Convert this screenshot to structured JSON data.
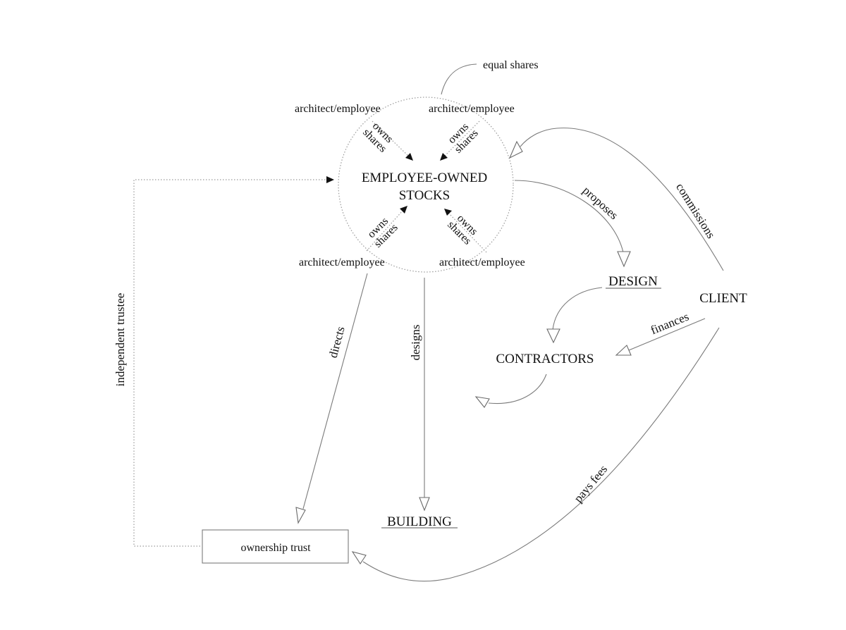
{
  "diagram": {
    "center_node": {
      "line1": "EMPLOYEE-OWNED",
      "line2": "STOCKS"
    },
    "employees": [
      {
        "label": "architect/employee",
        "relation": [
          "owns",
          "shares"
        ]
      },
      {
        "label": "architect/employee",
        "relation": [
          "owns",
          "shares"
        ]
      },
      {
        "label": "architect/employee",
        "relation": [
          "owns",
          "shares"
        ]
      },
      {
        "label": "architect/employee",
        "relation": [
          "owns",
          "shares"
        ]
      }
    ],
    "annotation": "equal shares",
    "nodes": {
      "design": "DESIGN",
      "client": "CLIENT",
      "contractors": "CONTRACTORS",
      "building": "BUILDING",
      "ownership_trust": "ownership trust"
    },
    "edges": {
      "proposes": "proposes",
      "commissions": "commissions",
      "finances": "finances",
      "directs": "directs",
      "designs": "designs",
      "pays_fees": "pays fees",
      "independent_trustee": "independent trustee"
    }
  }
}
